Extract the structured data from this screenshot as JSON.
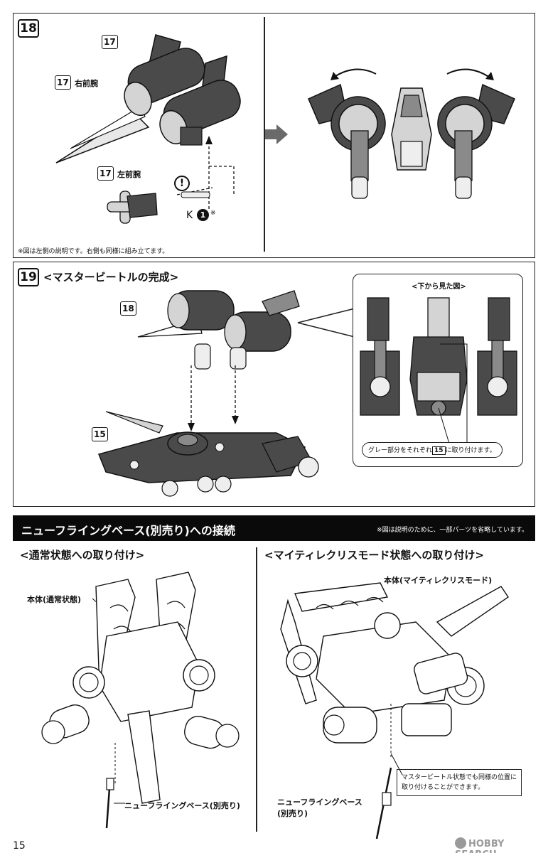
{
  "step18": {
    "number": "18",
    "part_top": "17",
    "part_right": {
      "tag": "17",
      "text": "右前腕"
    },
    "part_left": {
      "tag": "17",
      "text": "左前腕"
    },
    "warn_symbol": "!",
    "k_label": "K",
    "k_num": "1",
    "k_mark": "※",
    "footnote": "※図は左側の説明です。右側も同様に組み立てます。"
  },
  "step19": {
    "number": "19",
    "title": "<マスタービートルの完成>",
    "part_upper": "18",
    "part_lower": "15",
    "callout_title": "<下から見た図>",
    "callout_note_prefix": "グレー部分をそれぞれ",
    "callout_note_tag": "15",
    "callout_note_suffix": "に取り付けます。"
  },
  "section": {
    "title": "ニューフライングベース(別売り)への接続",
    "note": "※図は説明のために、一部パーツを省略しています。",
    "left": {
      "heading": "<通常状態への取り付け>",
      "body_label": "本体(通常状態)",
      "base_label": "ニューフライングベース(別売り)"
    },
    "right": {
      "heading": "<マイティレクリスモード状態への取り付け>",
      "body_label": "本体(マイティレクリスモード)",
      "base_label_1": "ニューフライングベース",
      "base_label_2": "(別売り)",
      "note_1": "マスタービートル状態でも同様の位置に",
      "note_2": "取り付けることができます。"
    }
  },
  "page_number": "15",
  "watermark": "HOBBY SEARCH",
  "colors": {
    "ink": "#111111",
    "part_dark": "#4a4a4a",
    "part_mid": "#8a8a8a",
    "part_light": "#d4d4d4",
    "banner": "#0a0a0a"
  }
}
